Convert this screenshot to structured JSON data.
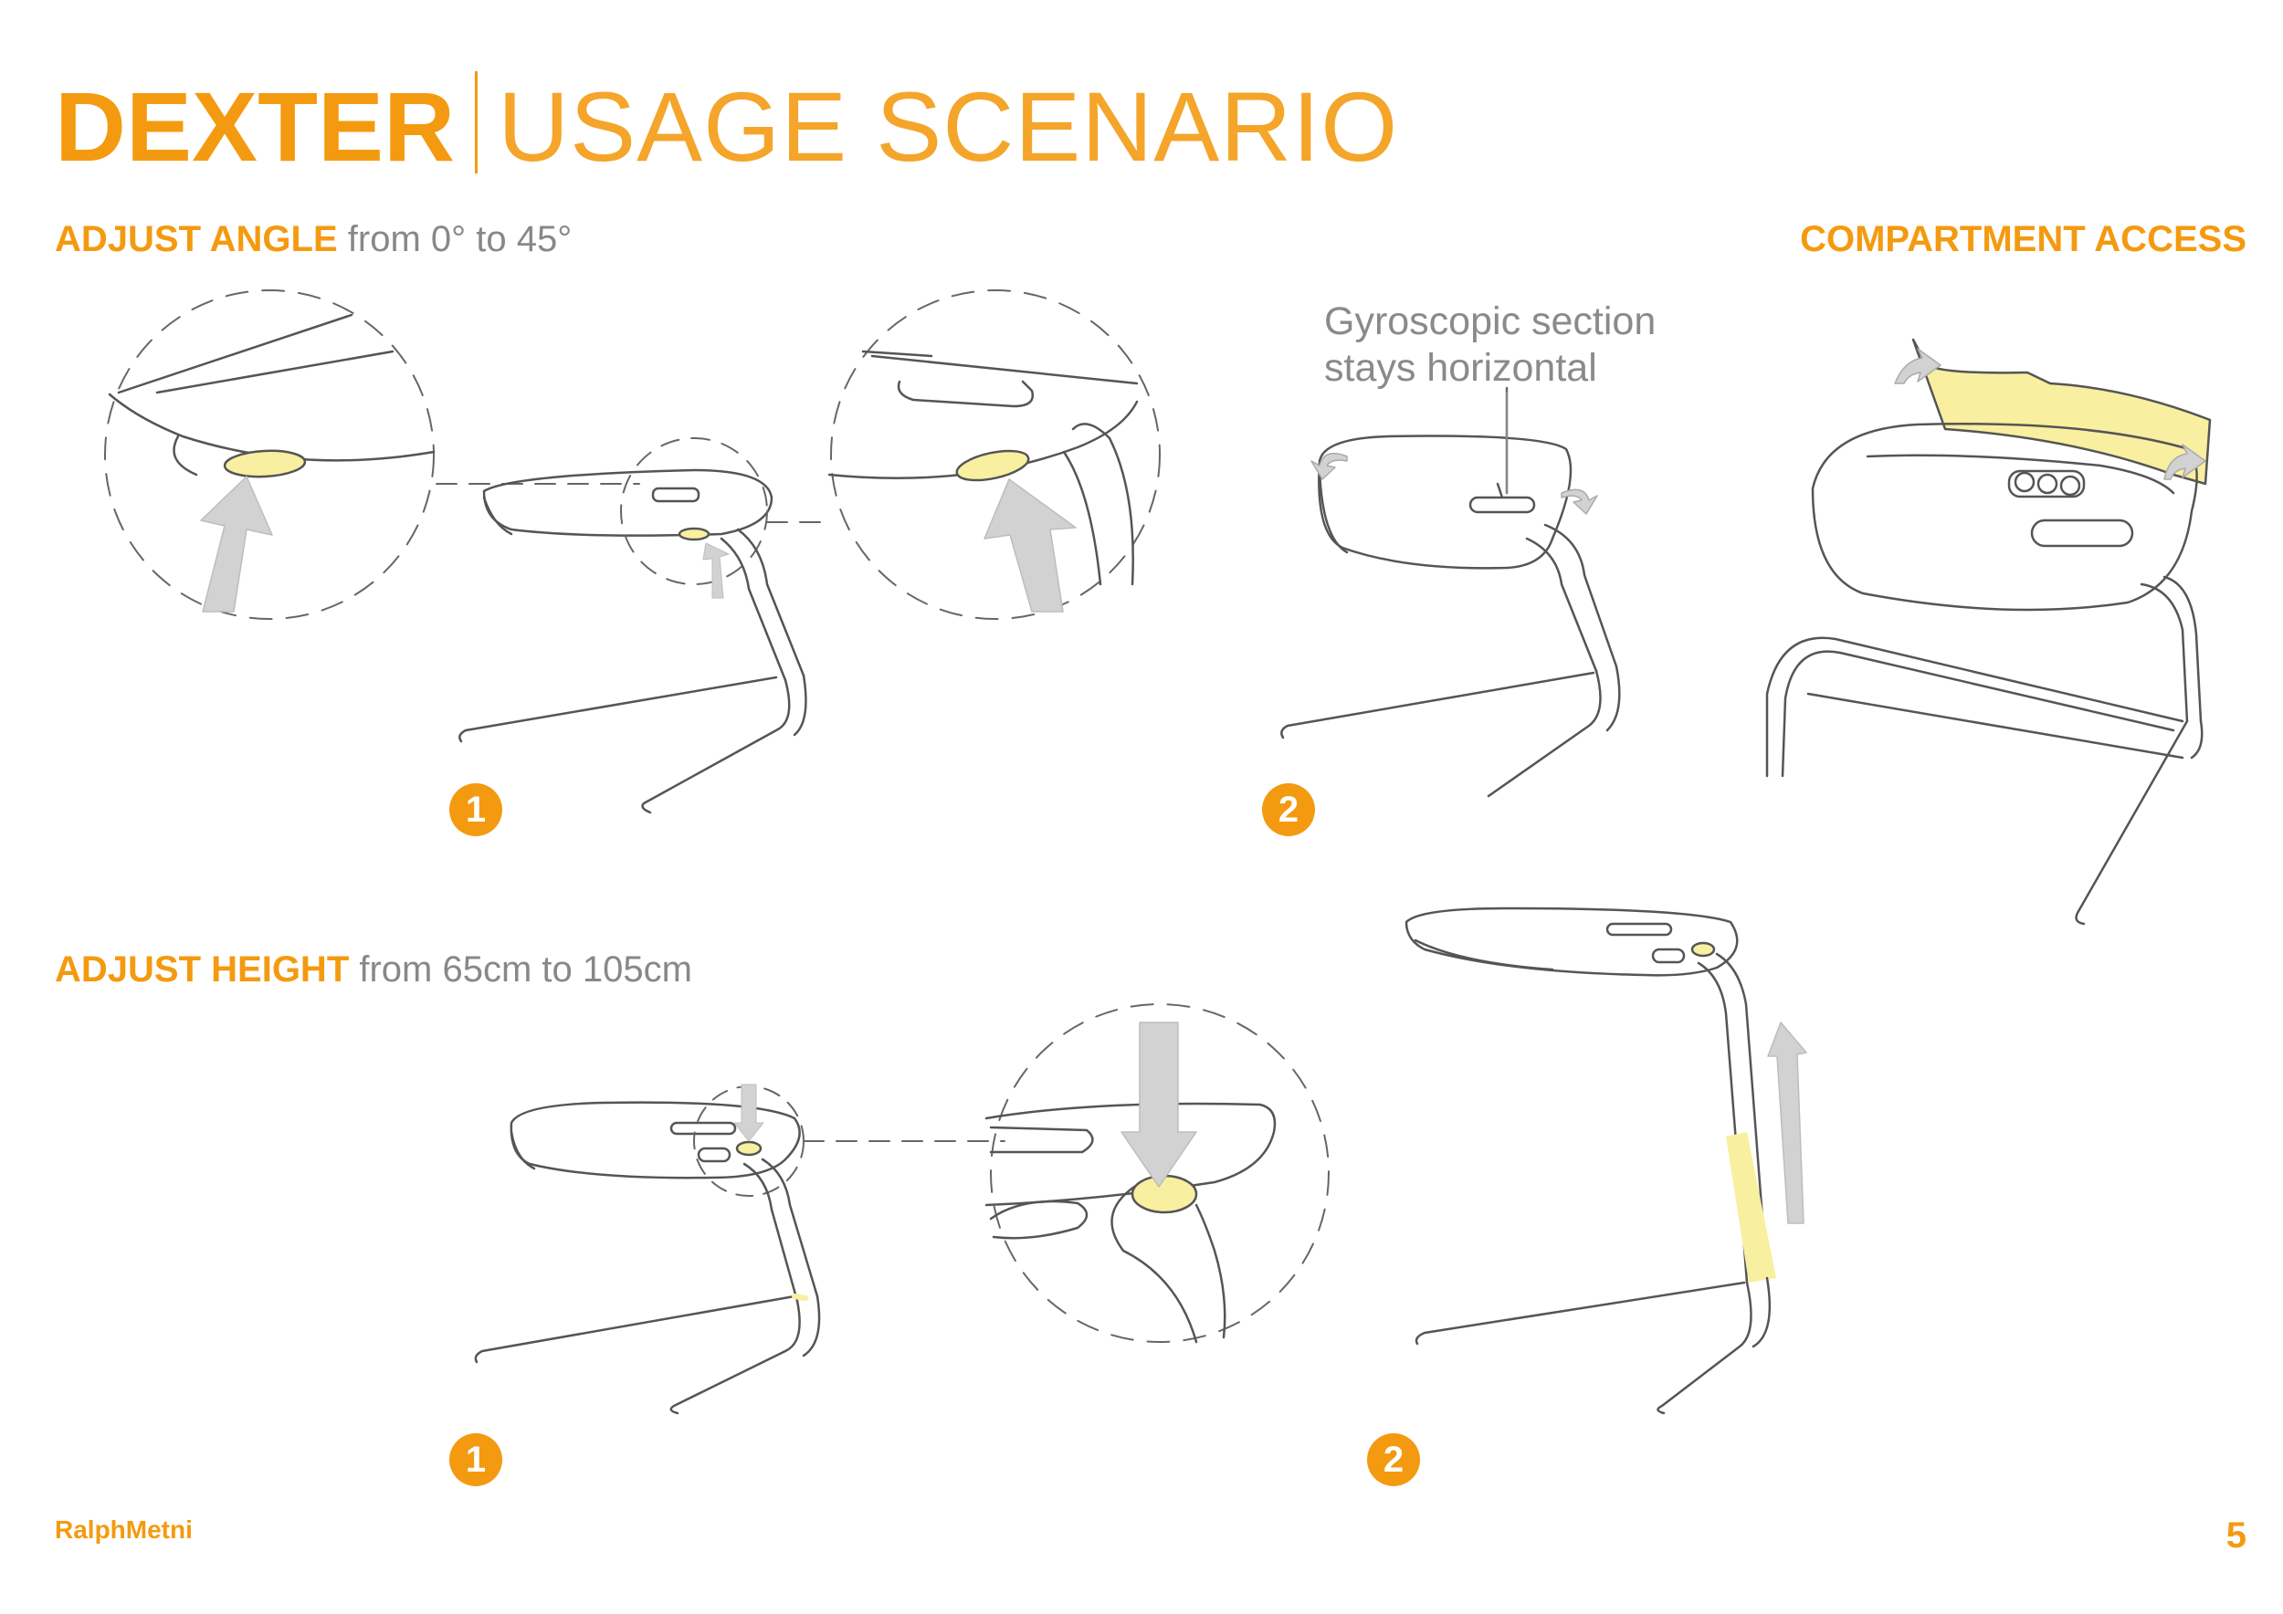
{
  "header": {
    "product": "DEXTER",
    "page_title": "USAGE SCENARIO"
  },
  "sections": {
    "angle": {
      "label": "ADJUST ANGLE",
      "range": "from 0° to 45°"
    },
    "height": {
      "label": "ADJUST HEIGHT",
      "range": "from 65cm to 105cm"
    },
    "compartment": {
      "label": "COMPARTMENT ACCESS"
    }
  },
  "annotations": {
    "gyro_line1": "Gyroscopic section",
    "gyro_line2": "stays horizontal"
  },
  "steps": {
    "angle_step1": "1",
    "angle_step2": "2",
    "height_step1": "1",
    "height_step2": "2"
  },
  "footer": {
    "author": "RalphMetni",
    "page_number": "5"
  },
  "colors": {
    "accent": "#F49A10",
    "highlight": "#F8EFA0",
    "arrow": "#D2D2D2",
    "line": "#555555"
  }
}
